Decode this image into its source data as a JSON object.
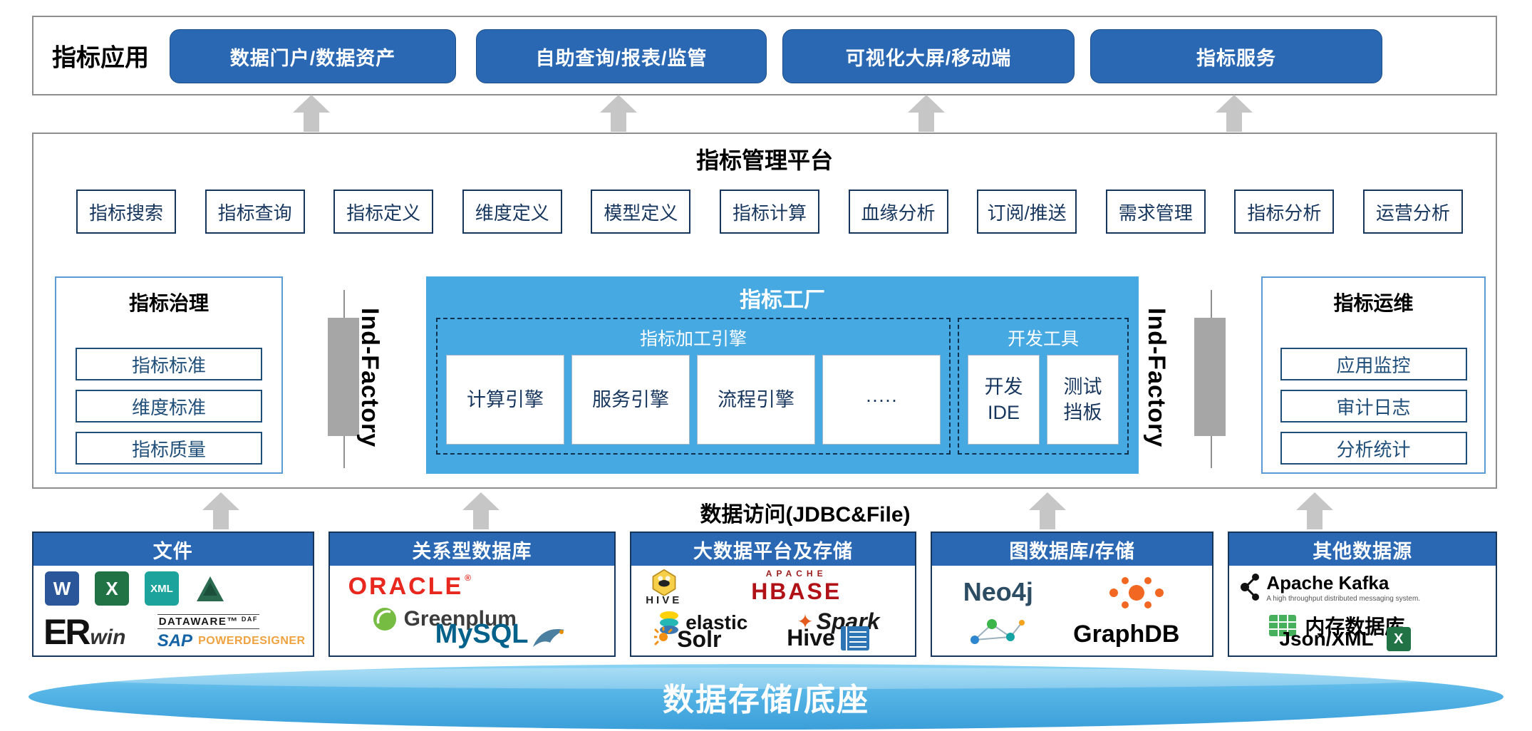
{
  "apps": {
    "label": "指标应用",
    "buttons": [
      "数据门户/数据资产",
      "自助查询/报表/监管",
      "可视化大屏/移动端",
      "指标服务"
    ]
  },
  "platform": {
    "title": "指标管理平台",
    "features": [
      "指标搜索",
      "指标查询",
      "指标定义",
      "维度定义",
      "模型定义",
      "指标计算",
      "血缘分析",
      "订阅/推送",
      "需求管理",
      "指标分析",
      "运营分析"
    ]
  },
  "governance": {
    "title": "指标治理",
    "items": [
      "指标标准",
      "维度标准",
      "指标质量"
    ]
  },
  "factory": {
    "title": "指标工厂",
    "left_label": "Ind-Factory",
    "right_label": "Ind-Factory",
    "engine_group": {
      "title": "指标加工引擎",
      "items": [
        "计算引擎",
        "服务引擎",
        "流程引擎",
        "·····"
      ]
    },
    "dev_group": {
      "title": "开发工具",
      "items": [
        {
          "line1": "开发",
          "line2": "IDE"
        },
        {
          "line1": "测试",
          "line2": "挡板"
        }
      ]
    }
  },
  "ops": {
    "title": "指标运维",
    "items": [
      "应用监控",
      "审计日志",
      "分析统计"
    ]
  },
  "data_access": {
    "label": "数据访问(JDBC&File)"
  },
  "sources": [
    {
      "title": "文件",
      "word_letter": "W",
      "excel_letter": "X",
      "xml_label": "XML",
      "erwin_er": "ER",
      "erwin_win": "win",
      "dataware": "DATAWARE™",
      "daf": "DAF",
      "sap": "SAP",
      "powerdesigner": "POWERDESIGNER"
    },
    {
      "title": "关系型数据库",
      "oracle": "ORACLE",
      "oracle_reg": "®",
      "greenplum": "Greenplum",
      "mysql": "MySQL"
    },
    {
      "title": "大数据平台及存储",
      "hive": "HIVE",
      "apache": "APACHE",
      "hbase": "HBASE",
      "elastic": "elastic",
      "spark": "Spark",
      "solr": "Solr",
      "hive2": "Hive"
    },
    {
      "title": "图数据库/存储",
      "neo4j": "Neo4j",
      "graphdb": "GraphDB"
    },
    {
      "title": "其他数据源",
      "kafka": "Apache Kafka",
      "kafka_tagline": "A high throughput distributed messaging system.",
      "memory_db": "内存数据库",
      "jsonxml": "Json/XML",
      "excel_letter": "X"
    }
  ],
  "base": {
    "label": "数据存储/底座"
  },
  "icons": {
    "spark_star": "✦"
  },
  "colors": {
    "primary_blue": "#2a68b4",
    "factory_blue": "#47a9e2",
    "arrow_gray": "#c6c6c6",
    "bar_gray": "#a6a6a6",
    "base_blue": "#4fb0e5"
  }
}
